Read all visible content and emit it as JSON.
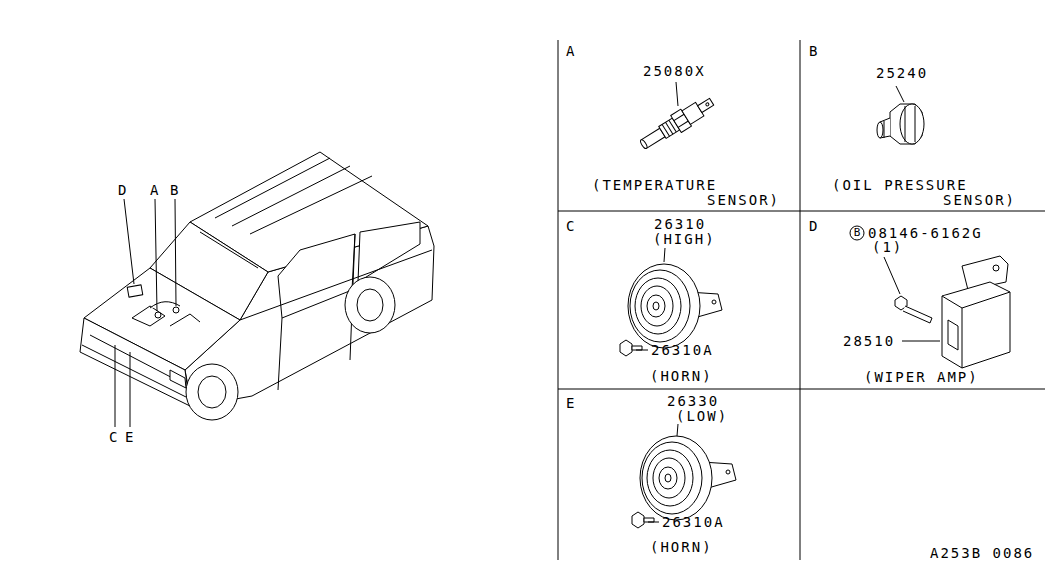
{
  "diagram": {
    "nodes": [
      {
        "text": [
          "A",
          "25080X",
          "(TEMPERATURE SENSOR)"
        ]
      },
      {
        "text": [
          "B",
          "25240",
          "(OIL PRESSURE SENSOR)"
        ]
      },
      {
        "text": [
          "C",
          "26310",
          "(HIGH)",
          "26310A",
          "(HORN)"
        ]
      },
      {
        "text": [
          "D",
          "08146-6162G",
          "(1)",
          "28510",
          "(WIPER AMP)"
        ]
      },
      {
        "text": [
          "B"
        ],
        "in": 3
      },
      {
        "text": [
          "E",
          "26330",
          "(LOW)",
          "26310A",
          "(HORN)"
        ]
      }
    ],
    "labels": [
      "D",
      "A",
      "B",
      "C",
      "E",
      "A253B 0086"
    ]
  }
}
